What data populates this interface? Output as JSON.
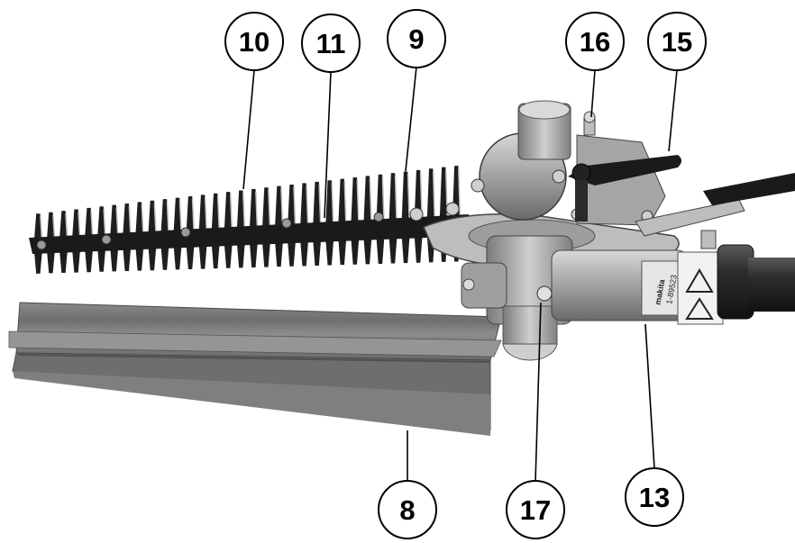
{
  "figure": {
    "subject": "hedge trimmer attachment",
    "brand_mark": "makita",
    "part_number": "1-89523"
  },
  "callouts": [
    {
      "id": "c10",
      "label": "10"
    },
    {
      "id": "c11",
      "label": "11"
    },
    {
      "id": "c9",
      "label": "9"
    },
    {
      "id": "c16",
      "label": "16"
    },
    {
      "id": "c15",
      "label": "15"
    },
    {
      "id": "c8",
      "label": "8"
    },
    {
      "id": "c17",
      "label": "17"
    },
    {
      "id": "c13",
      "label": "13"
    }
  ],
  "colors": {
    "blade": "#1e1e1e",
    "tooth_highlight": "#bdbdbd",
    "cover": "#7d7d7d",
    "gearbox": "#a8a8a8",
    "shaft": "#2a2a2a",
    "handle": "#1a1a1a"
  }
}
